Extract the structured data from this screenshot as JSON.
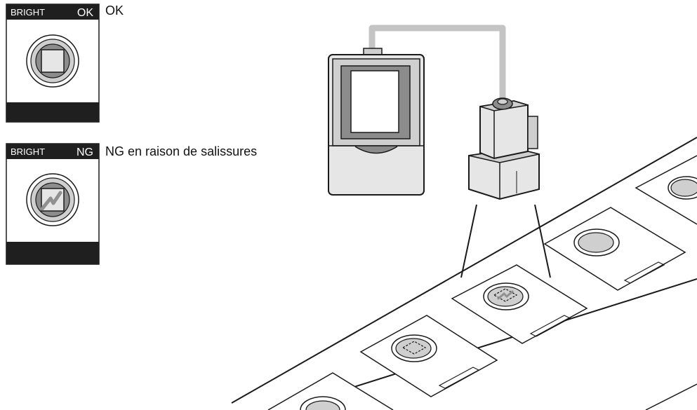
{
  "panels": [
    {
      "header": "BRIGHT",
      "status": "OK",
      "caption": "OK",
      "defect": false
    },
    {
      "header": "BRIGHT",
      "status": "NG",
      "caption": "NG en raison de salissures",
      "defect": true
    }
  ],
  "colors": {
    "ink": "#1a1a1a",
    "dark_band": "#1f1f1f",
    "mid_gray": "#8c8c8c",
    "light_gray": "#cfcfcf",
    "pale_gray": "#e6e6e6",
    "cable": "#c4c4c4",
    "defect": "#909090"
  },
  "icons": {
    "controller": "vision-controller-icon",
    "sensor": "camera-sensor-icon",
    "conveyor": "conveyor-tray-icon"
  }
}
